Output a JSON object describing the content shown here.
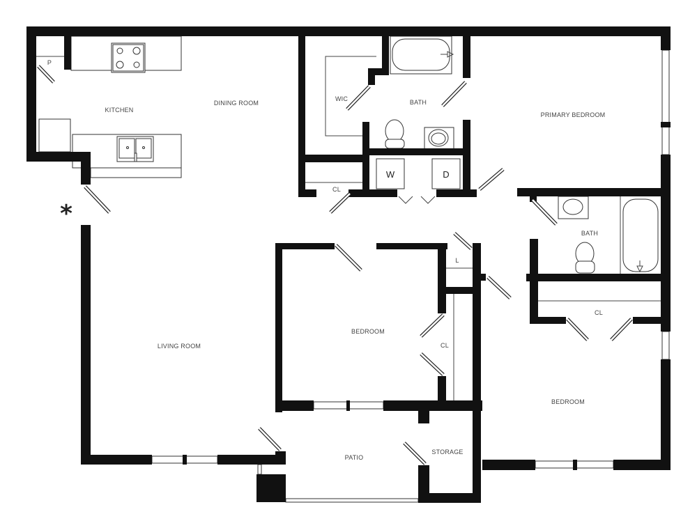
{
  "rooms": {
    "kitchen": "KITCHEN",
    "dining": "DINING ROOM",
    "pantry": "P",
    "wic": "WIC",
    "bath_primary": "BATH",
    "primary_bedroom": "PRIMARY BEDROOM",
    "closet_hall": "CL",
    "washer": "W",
    "dryer": "D",
    "bath_second": "BATH",
    "linen": "L",
    "bedroom_middle": "BEDROOM",
    "closet_middle": "CL",
    "closet_right": "CL",
    "living": "LIVING ROOM",
    "bedroom_right": "BEDROOM",
    "patio": "PATIO",
    "storage": "STORAGE"
  },
  "entry_marker": "*"
}
